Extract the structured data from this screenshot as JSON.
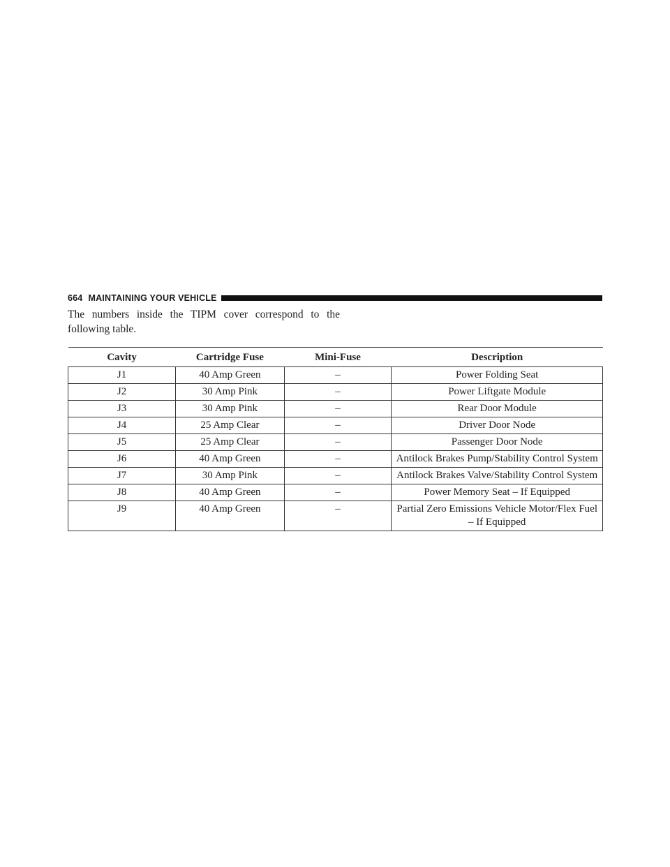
{
  "header": {
    "page_number": "664",
    "section_title": "MAINTAINING YOUR VEHICLE"
  },
  "intro": {
    "line1": "The numbers inside the TIPM cover correspond to the",
    "line2": "following table."
  },
  "table": {
    "headers": [
      "Cavity",
      "Cartridge Fuse",
      "Mini-Fuse",
      "Description"
    ],
    "rows": [
      [
        "J1",
        "40 Amp Green",
        "–",
        "Power Folding Seat"
      ],
      [
        "J2",
        "30 Amp Pink",
        "–",
        "Power Liftgate Module"
      ],
      [
        "J3",
        "30 Amp Pink",
        "–",
        "Rear Door Module"
      ],
      [
        "J4",
        "25 Amp Clear",
        "–",
        "Driver Door Node"
      ],
      [
        "J5",
        "25 Amp Clear",
        "–",
        "Passenger Door Node"
      ],
      [
        "J6",
        "40 Amp Green",
        "–",
        "Antilock Brakes Pump/Stability Control System"
      ],
      [
        "J7",
        "30 Amp Pink",
        "–",
        "Antilock Brakes Valve/Stability Control System"
      ],
      [
        "J8",
        "40 Amp Green",
        "–",
        "Power Memory Seat – If Equipped"
      ],
      [
        "J9",
        "40 Amp Green",
        "–",
        "Partial Zero Emissions Vehicle Motor/Flex Fuel – If Equipped"
      ]
    ]
  }
}
